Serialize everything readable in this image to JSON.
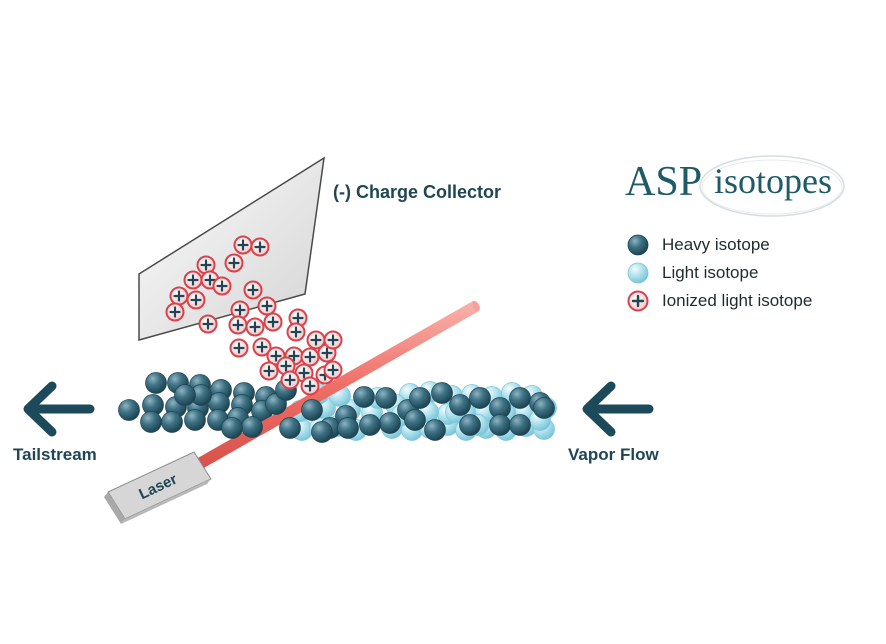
{
  "labels": {
    "charge_collector": "(-) Charge Collector",
    "tailstream": "Tailstream",
    "vapor_flow": "Vapor Flow",
    "laser": "Laser"
  },
  "logo": {
    "asp": "ASP",
    "isotopes": "isotopes"
  },
  "legend": [
    {
      "label": "Heavy isotope",
      "kind": "heavy"
    },
    {
      "label": "Light isotope",
      "kind": "light"
    },
    {
      "label": "Ionized light isotope",
      "kind": "ion"
    }
  ],
  "colors": {
    "heavy": "#3b6e80",
    "light": "#a5dcea",
    "ion_fill": "#f7d4d6",
    "ion_ring": "#d9424b",
    "laser": "#f07f78",
    "arrow": "#1d4a5b",
    "text": "#1f4655"
  },
  "icons": {
    "tailstream_arrow": "arrow-left-icon",
    "vapor_arrow": "arrow-left-icon"
  }
}
